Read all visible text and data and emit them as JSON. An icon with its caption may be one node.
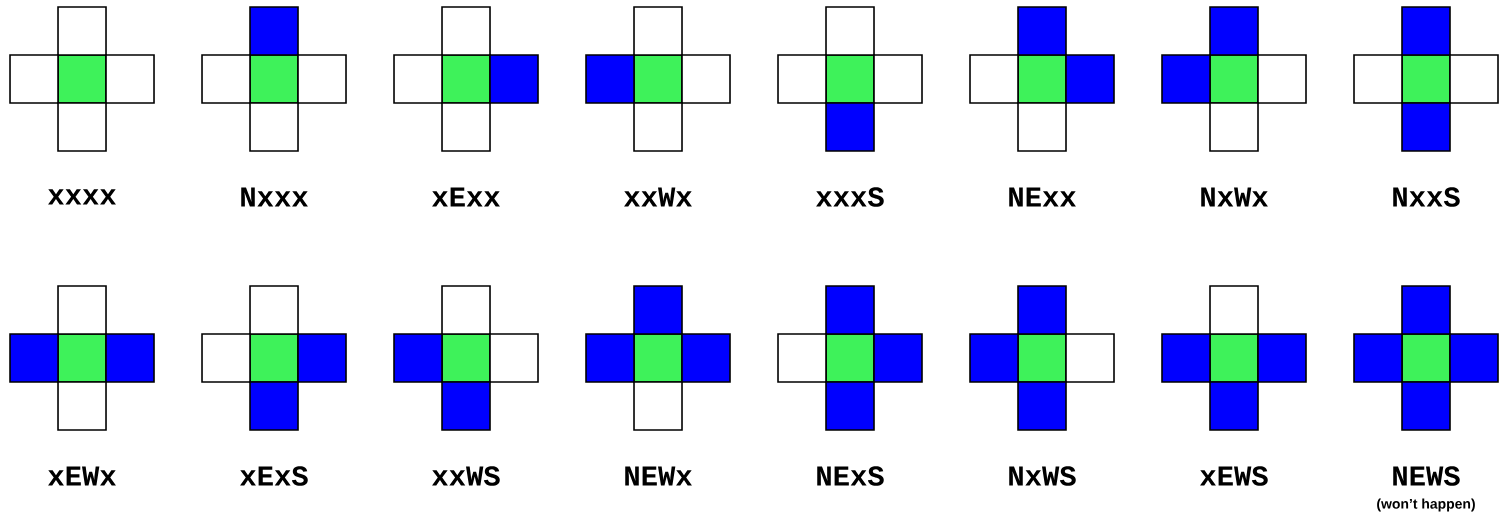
{
  "diagram": {
    "labels": [
      "xxxx",
      "Nxxx",
      "xExx",
      "xxWx",
      "xxxS",
      "NExx",
      "NxWx",
      "NxxS",
      "xEWx",
      "xExS",
      "xxWS",
      "NEWx",
      "NExS",
      "NxWS",
      "xEWS",
      "NEWS",
      "(won’t happen)"
    ]
  }
}
